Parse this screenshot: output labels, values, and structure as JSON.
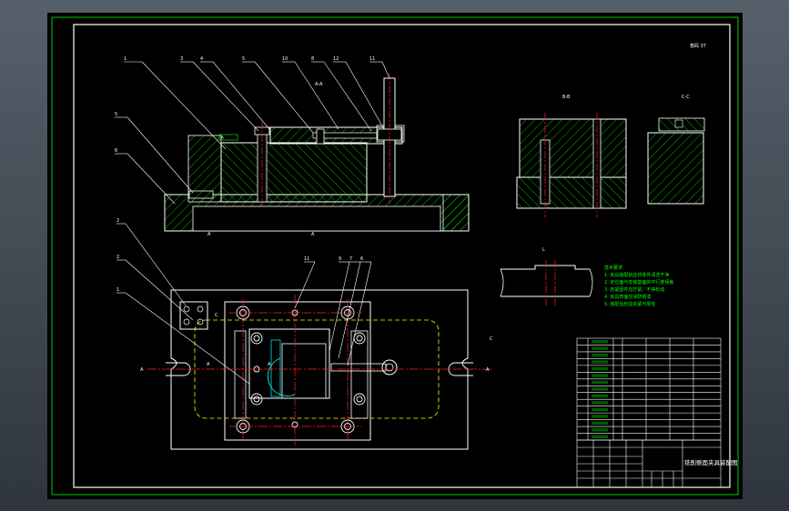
{
  "drawing": {
    "title_block_name": "铣削侧面夹具装配图",
    "corner_tag": "角码 37",
    "views": {
      "section_aa": "A-A",
      "section_bb": "B-B",
      "section_cc": "C-C",
      "detail": "L"
    },
    "top_callouts": [
      "1",
      "3",
      "4",
      "5",
      "10",
      "8",
      "12",
      "11"
    ],
    "left_callouts": [
      "5",
      "6"
    ],
    "plan_callouts_left": [
      "2",
      "2",
      "1"
    ],
    "plan_callouts_top": [
      "11",
      "9",
      "7",
      "6"
    ],
    "section_marks": [
      "A",
      "A",
      "A",
      "A",
      "C",
      "C"
    ],
    "notes": [
      "技术要求",
      "1. 夹具装配前应将零件清洗干净",
      "2. 定位面与安装基面的平行度误差",
      "3. 各紧固件应拧紧，不得松动",
      "4. 夹具表面应涂防锈漆",
      "5. 装配后检验夹紧可靠性"
    ],
    "bom_rows": 15
  },
  "colors": {
    "frame": "#00ff00",
    "hatch": "#00ff00",
    "outline": "#ffffff",
    "centerline": "#ff2020",
    "dashed": "#ffff00",
    "sheet": "#000000"
  }
}
